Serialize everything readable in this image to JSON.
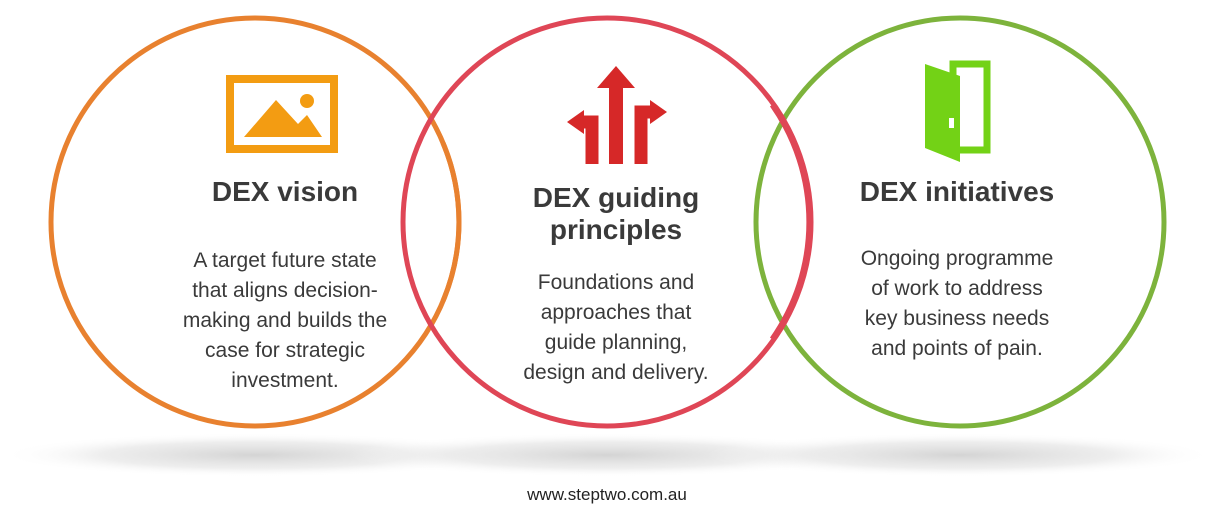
{
  "colors": {
    "vision": "#E8812F",
    "principles": "#DF4656",
    "initiatives": "#7DB33C",
    "text": "#3A3A3A"
  },
  "vision": {
    "title": "DEX vision",
    "lines": [
      "A target future state",
      "that aligns decision-",
      "making and builds the",
      "case for strategic",
      "investment."
    ],
    "icon": "image-icon"
  },
  "principles": {
    "title_lines": [
      "DEX guiding",
      "principles"
    ],
    "lines": [
      "Foundations and",
      "approaches that",
      "guide planning,",
      "design and delivery."
    ],
    "icon": "direction-arrows-icon"
  },
  "initiatives": {
    "title": "DEX initiatives",
    "lines": [
      "Ongoing programme",
      "of work to address",
      "key business needs",
      "and points of pain."
    ],
    "icon": "open-door-icon"
  },
  "footer": {
    "url": "www.steptwo.com.au"
  }
}
